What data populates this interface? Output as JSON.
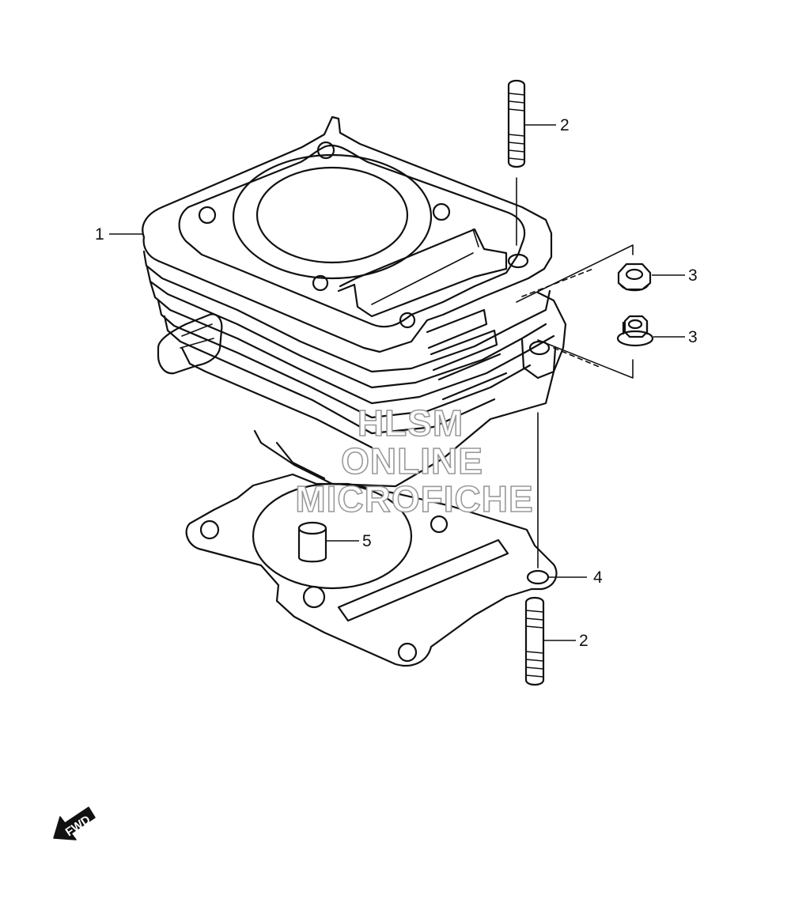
{
  "callouts": {
    "c1": "1",
    "c2_top": "2",
    "c2_bottom": "2",
    "c3_top": "3",
    "c3_bottom": "3",
    "c4": "4",
    "c5": "5"
  },
  "watermark": {
    "line1": "HLSM",
    "line2": "ONLINE",
    "line3": "MICROFICHE"
  },
  "fwd_arrow_label": "FWD",
  "colors": {
    "line": "#111111",
    "background": "#ffffff",
    "watermark_outline": "#9a9a9a"
  }
}
